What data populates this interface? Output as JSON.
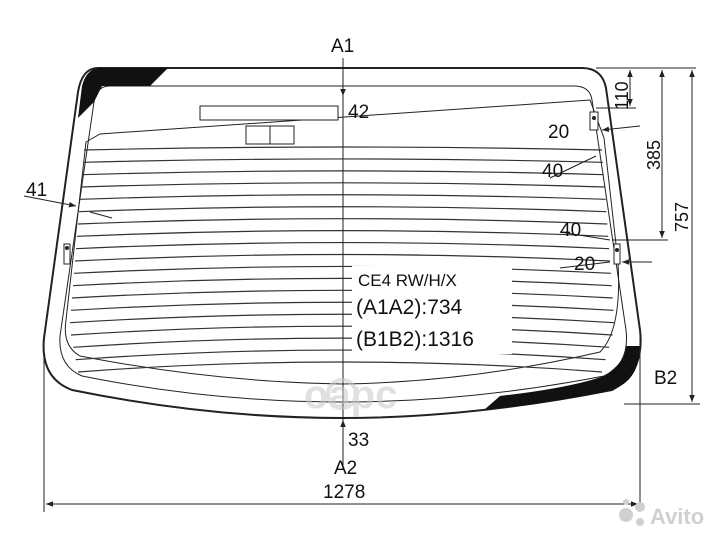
{
  "diagram": {
    "axis_top": "A1",
    "axis_bottom": "A2",
    "axis_right": "B2",
    "dims": {
      "top_gap": "42",
      "bottom_gap": "33",
      "left_margin": "41",
      "right_top_small": "20",
      "right_top_40": "40",
      "right_bottom_40": "40",
      "right_bottom_20": "20",
      "height_110": "110",
      "height_385": "385",
      "height_757": "757",
      "width_total": "1278"
    },
    "spec": {
      "model": "CE4 RW/H/X",
      "a1a2": "(A1A2):734",
      "b1b2": "(B1B2):1316"
    }
  },
  "watermarks": {
    "center": "оарс",
    "brand": "Avito"
  },
  "colors": {
    "line": "#222222",
    "ceramic": "#111111",
    "watermark": "#c8c8c8"
  }
}
